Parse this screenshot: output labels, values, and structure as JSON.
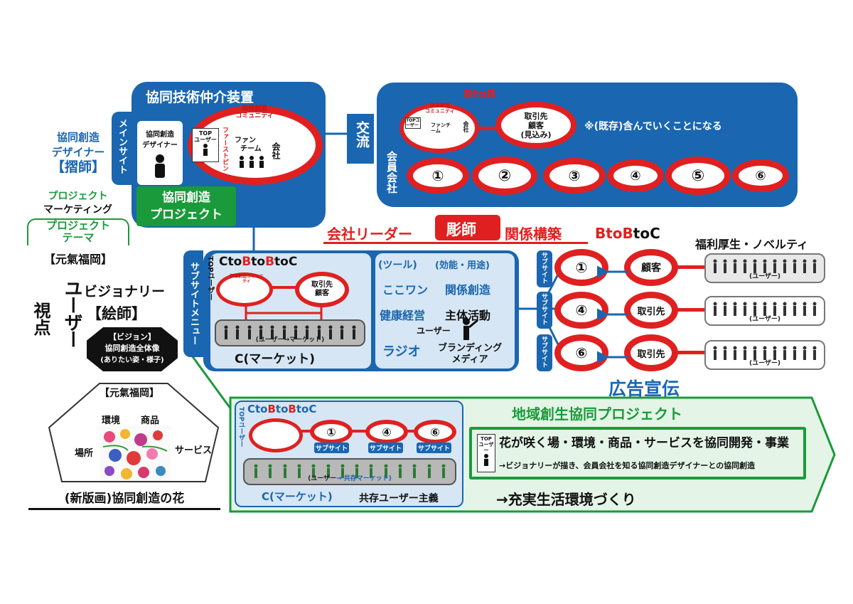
{
  "colors": {
    "blue": "#1a66b0",
    "red": "#e02020",
    "green": "#1a9a3a",
    "lightblue": "#d6e6f4",
    "lightgreen": "#e4f4e6"
  },
  "left": {
    "designer_l1": "協同創造",
    "designer_l2": "デザイナー",
    "designer_role": "【摺師】",
    "project_marketing_a": "プロジェクト",
    "project_marketing_b": "マーケティング",
    "project_theme_a": "プロジェクト",
    "project_theme_b": "テーマ",
    "genki": "【元氣福岡】",
    "user_view_a": "ユーザー",
    "user_view_b": "視点",
    "visionary": "ビジョナリー",
    "eshi": "【絵師】",
    "vision_tag": "【ビジョン】",
    "vision_l1": "協同創造全体像",
    "vision_l2": "(ありたい姿・様子)",
    "flower_title": "【元氣福岡】",
    "flower_env": "環境",
    "flower_product": "商品",
    "flower_place": "場所",
    "flower_service": "サービス",
    "flower_caption": "(新版画)協同創造の花"
  },
  "main": {
    "side_label": "メインサイト",
    "title": "協同技術仲介装置",
    "designer_l1": "協同創造",
    "designer_l2": "デザイナー",
    "top_user_l1": "TOP",
    "top_user_l2": "ユーザー",
    "value_l1": "価値創造",
    "value_l2": "コミュニティ",
    "firstpin": "ファーストピン",
    "fan_l1": "ファン",
    "fan_l2": "チーム",
    "company": "会社",
    "project_l1": "協同創造",
    "project_l2": "プロジェクト"
  },
  "exchange": "交流",
  "btob": {
    "title": "BtoB",
    "client_l1": "取引先",
    "client_l2": "顧客",
    "client_l3": "(見込み)",
    "note": "※(既存)含んでいくことになる",
    "member_label": "会員会社",
    "members": [
      "①",
      "②",
      "③",
      "④",
      "⑤",
      "⑥"
    ],
    "mini_value_l1": "価値創造",
    "mini_value_l2": "コミュニティ",
    "mini_top": "TOPユーザー",
    "mini_fan": "ファンチーム",
    "mini_company": "会社"
  },
  "leader": {
    "company_leader": "会社リーダー",
    "choshi": "彫師",
    "relation": "関係構築",
    "btobtoc_a": "BtoB",
    "btobtoc_b": "toC"
  },
  "sub": {
    "side_label": "サブサイトメニュー",
    "top_user": "TOPユーザー",
    "title_c1": "Cto",
    "title_b1": "B",
    "title_to": "to",
    "title_b2": "B",
    "title_c2": "toC",
    "client_l1": "取引先",
    "client_l2": "顧客",
    "mini_value": "価値創造コミュニティ",
    "market_sub": "(ユーザー→マーケット)",
    "market": "C(マーケット)"
  },
  "tools": {
    "tool": "(ツール)",
    "effect": "(効能・用途)",
    "kokowan": "ここワン",
    "relation": "関係創造",
    "health": "健康経営",
    "initiative": "主体活動",
    "user": "ユーザー",
    "radio": "ラジオ",
    "branding_l1": "ブランディング",
    "branding_l2": "メディア"
  },
  "welfare": {
    "title": "福利厚生・ノベルティ",
    "sub_label": "サブサイト",
    "rows": [
      {
        "num": "①",
        "target": "顧客",
        "crowd": "(ユーザー)"
      },
      {
        "num": "④",
        "target": "取引先",
        "crowd": "(ユーザー)"
      },
      {
        "num": "⑥",
        "target": "取引先",
        "crowd": "(ユーザー)"
      }
    ],
    "ad": "広告宣伝"
  },
  "regional": {
    "top_user": "TOPユーザー",
    "title_c1": "Cto",
    "title_b1": "B",
    "title_to": "to",
    "title_b2": "B",
    "title_c2": "toC",
    "subs": [
      "①",
      "④",
      "⑥"
    ],
    "sub_label": "サブサイト",
    "market_a": "(ユーザー",
    "market_b": "→ 共存マーケット)",
    "market": "C(マーケット)",
    "coexist": "共存ユーザー主義",
    "project_title": "地域創生協同プロジェクト",
    "top_l1": "TOP",
    "top_l2": "ユーザー",
    "headline": "花が咲く場・環境・商品・サービスを協同開発・事業",
    "subline": "→ビジョナリーが描き、会員会社を知る協同創造デザイナーとの協同創造",
    "goal": "→充実生活環境づくり"
  }
}
